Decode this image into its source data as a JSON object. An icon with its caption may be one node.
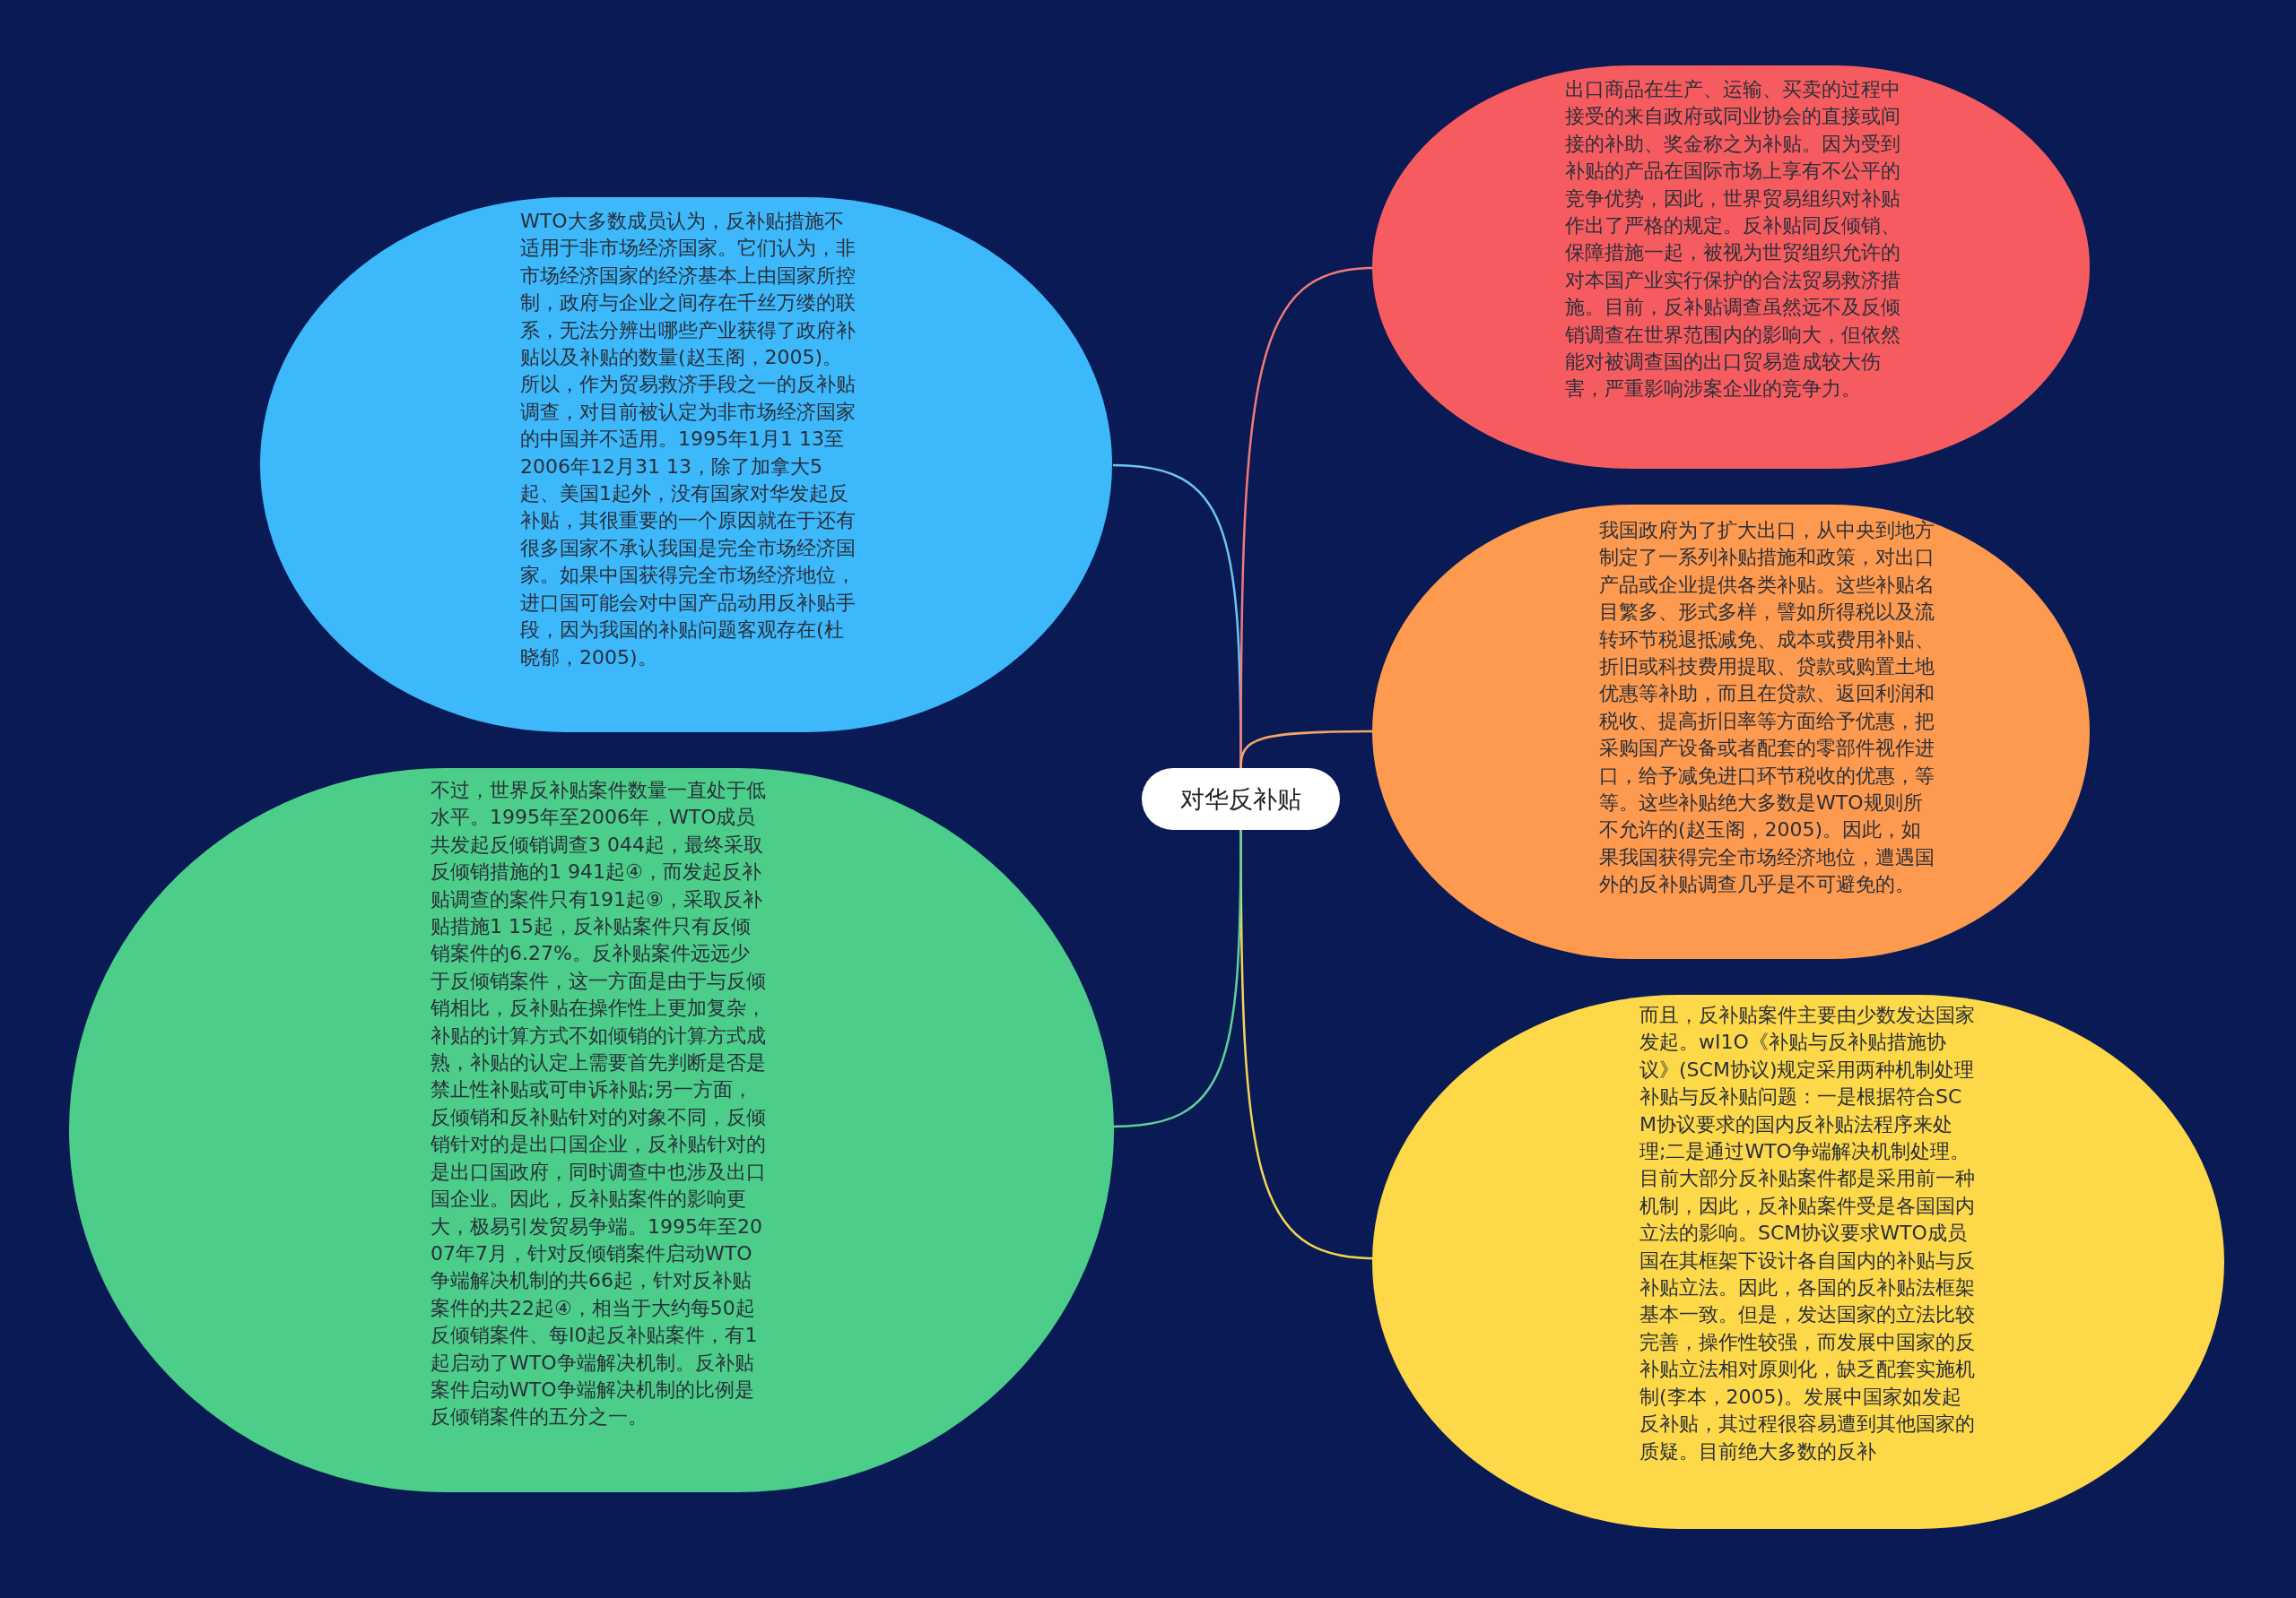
{
  "diagram": {
    "nodes": [
      {
        "text": [
          "对华反补贴"
        ]
      },
      {
        "text": [
          "WTO大多数成员认为，反补贴措施不适用于非市场经济国家。它们认为，非市场经济国家的经济基本上由国家所控制，政府与企业之间存在千丝万缕的联系，无法分辨出哪些产业获得了政府补贴以及补贴的数量(赵玉阁，2005)。所以，作为贸易救济手段之一的反补贴调查，对目前被认定为非市场经济国家的中国并不适用。1995年1月1 13至2006年12月31 13，除了加拿大5起、美国1起外，没有国家对华发起反补贴，其很重要的一个原因就在于还有很多国家不承认我国是完全市场经济国家。如果中国获得完全市场经济地位，进口国可能会对中国产品动用反补贴手段，因为我国的补贴问题客观存在(杜晓郁，2005)。"
        ]
      },
      {
        "text": [
          "出口商品在生产、运输、买卖的过程中接受的来自政府或同业协会的直接或间接的补助、奖金称之为补贴。因为受到补贴的产品在国际市场上享有不公平的竞争优势，因此，世界贸易组织对补贴作出了严格的规定。反补贴同反倾销、保障措施一起，被视为世贸组织允许的对本国产业实行保护的合法贸易救济措施。目前，反补贴调查虽然远不及反倾销调查在世界范围内的影响大，但依然能对被调查国的出口贸易造成较大伤害，严重影响涉案企业的竞争力。"
        ]
      },
      {
        "text": [
          "我国政府为了扩大出口，从中央到地方制定了一系列补贴措施和政策，对出口产品或企业提供各类补贴。这些补贴名目繁多、形式多样，譬如所得税以及流转环节税退抵减免、成本或费用补贴、折旧或科技费用提取、贷款或购置土地优惠等补助，而且在贷款、返回利润和税收、提高折旧率等方面给予优惠，把采购国产设备或者配套的零部件视作进口，给予减免进口环节税收的优惠，等等。这些补贴绝大多数是WTO规则所不允许的(赵玉阁，2005)。因此，如果我国获得完全市场经济地位，遭遇国外的反补贴调查几乎是不可避免的。"
        ]
      },
      {
        "text": [
          "而且，反补贴案件主要由少数发达国家发起。wI1O《补贴与反补贴措施协议》(SCM协议)规定采用两种机制处理补贴与反补贴问题：一是根据符合SCM协议要求的国内反补贴法程序来处理;二是通过WTO争端解决机制处理。目前大部分反补贴案件都是采用前一种机制，因此，反补贴案件受是各国国内立法的影响。SCM协议要求WTO成员国在其框架下设计各自国内的补贴与反补贴立法。因此，各国的反补贴法框架基本一致。但是，发达国家的立法比较完善，操作性较强，而发展中国家的反补贴立法相对原则化，缺乏配套实施机制(李本，2005)。发展中国家如发起反补贴，其过程很容易遭到其他国家的质疑。目前绝大多数的反补"
        ]
      },
      {
        "text": [
          "不过，世界反补贴案件数量一直处于低水平。1995年至2006年，WTO成员共发起反倾销调查3 044起，最终采取反倾销措施的1 941起④，而发起反补贴调查的案件只有191起⑨，采取反补贴措施1 15起，反补贴案件只有反倾销案件的6.27%。反补贴案件远远少于反倾销案件，这一方面是由于与反倾销相比，反补贴在操作性上更加复杂，补贴的计算方式不如倾销的计算方式成熟，补贴的认定上需要首先判断是否是禁止性补贴或可申诉补贴;另一方面，反倾销和反补贴针对的对象不同，反倾销针对的是出口国企业，反补贴针对的是出口国政府，同时调查中也涉及出口国企业。因此，反补贴案件的影响更大，极易引发贸易争端。1995年至2007年7月，针对反倾销案件启动WTO争端解决机制的共66起，针对反补贴案件的共22起④，相当于大约每50起反倾销案件、每I0起反补贴案件，有1起启动了WTO争端解决机制。反补贴案件启动WTO争端解决机制的比例是反倾销案件的五分之一。"
        ]
      }
    ],
    "edges": [
      {
        "from": 0,
        "to": 1,
        "arrow": "none",
        "color": "#6cc4f2"
      },
      {
        "from": 0,
        "to": 2,
        "arrow": "none",
        "color": "#f07a7a"
      },
      {
        "from": 0,
        "to": 3,
        "arrow": "none",
        "color": "#f5a566"
      },
      {
        "from": 0,
        "to": 4,
        "arrow": "none",
        "color": "#f2d558"
      },
      {
        "from": 0,
        "to": 5,
        "arrow": "none",
        "color": "#5fd19a"
      }
    ]
  }
}
